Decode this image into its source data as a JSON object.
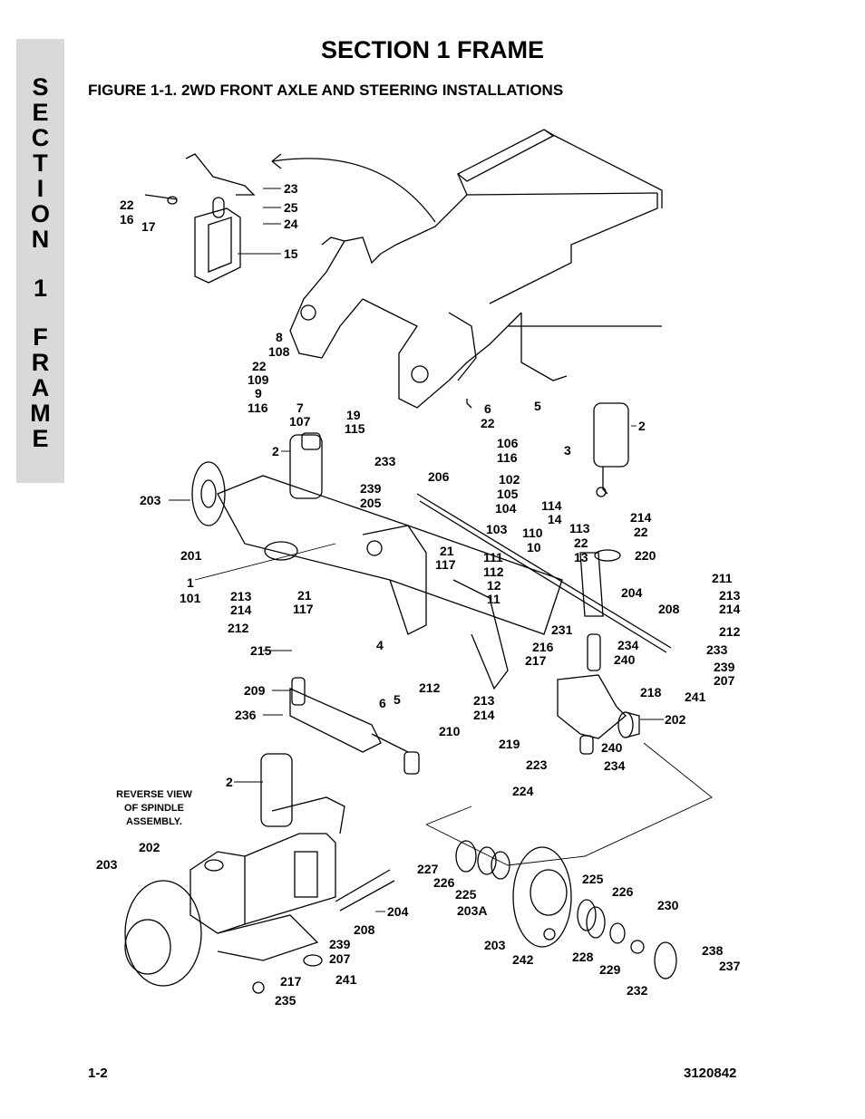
{
  "side_tab": {
    "letters": [
      "S",
      "E",
      "C",
      "T",
      "I",
      "O",
      "N",
      "",
      "1",
      "",
      "F",
      "R",
      "A",
      "M",
      "E"
    ]
  },
  "header": {
    "section_title": "SECTION 1  FRAME",
    "figure_title": "FIGURE 1-1.    2WD FRONT AXLE AND STEERING INSTALLATIONS"
  },
  "figure": {
    "note": [
      "REVERSE VIEW",
      "OF SPINDLE",
      "ASSEMBLY."
    ],
    "callouts": [
      "23",
      "22",
      "16",
      "17",
      "25",
      "24",
      "15",
      "8",
      "108",
      "22",
      "109",
      "9",
      "116",
      "7",
      "107",
      "19",
      "115",
      "6",
      "22",
      "5",
      "2",
      "3",
      "2",
      "233",
      "206",
      "106",
      "116",
      "102",
      "105",
      "104",
      "103",
      "239",
      "205",
      "203",
      "201",
      "21",
      "117",
      "1",
      "101",
      "213",
      "214",
      "21",
      "117",
      "114",
      "14",
      "110",
      "10",
      "113",
      "22",
      "13",
      "111",
      "112",
      "12",
      "11",
      "214",
      "22",
      "220",
      "211",
      "213",
      "214",
      "204",
      "208",
      "212",
      "212",
      "215",
      "231",
      "233",
      "234",
      "239",
      "207",
      "4",
      "216",
      "217",
      "240",
      "209",
      "6",
      "5",
      "218",
      "241",
      "212",
      "213",
      "214",
      "236",
      "202",
      "210",
      "219",
      "240",
      "223",
      "234",
      "224",
      "2",
      "203",
      "202",
      "227",
      "226",
      "225",
      "203A",
      "225",
      "226",
      "230",
      "204",
      "208",
      "239",
      "207",
      "203",
      "242",
      "228",
      "229",
      "238",
      "237",
      "241",
      "217",
      "235",
      "232"
    ]
  },
  "footer": {
    "page": "1-2",
    "doc_number": "3120842"
  }
}
